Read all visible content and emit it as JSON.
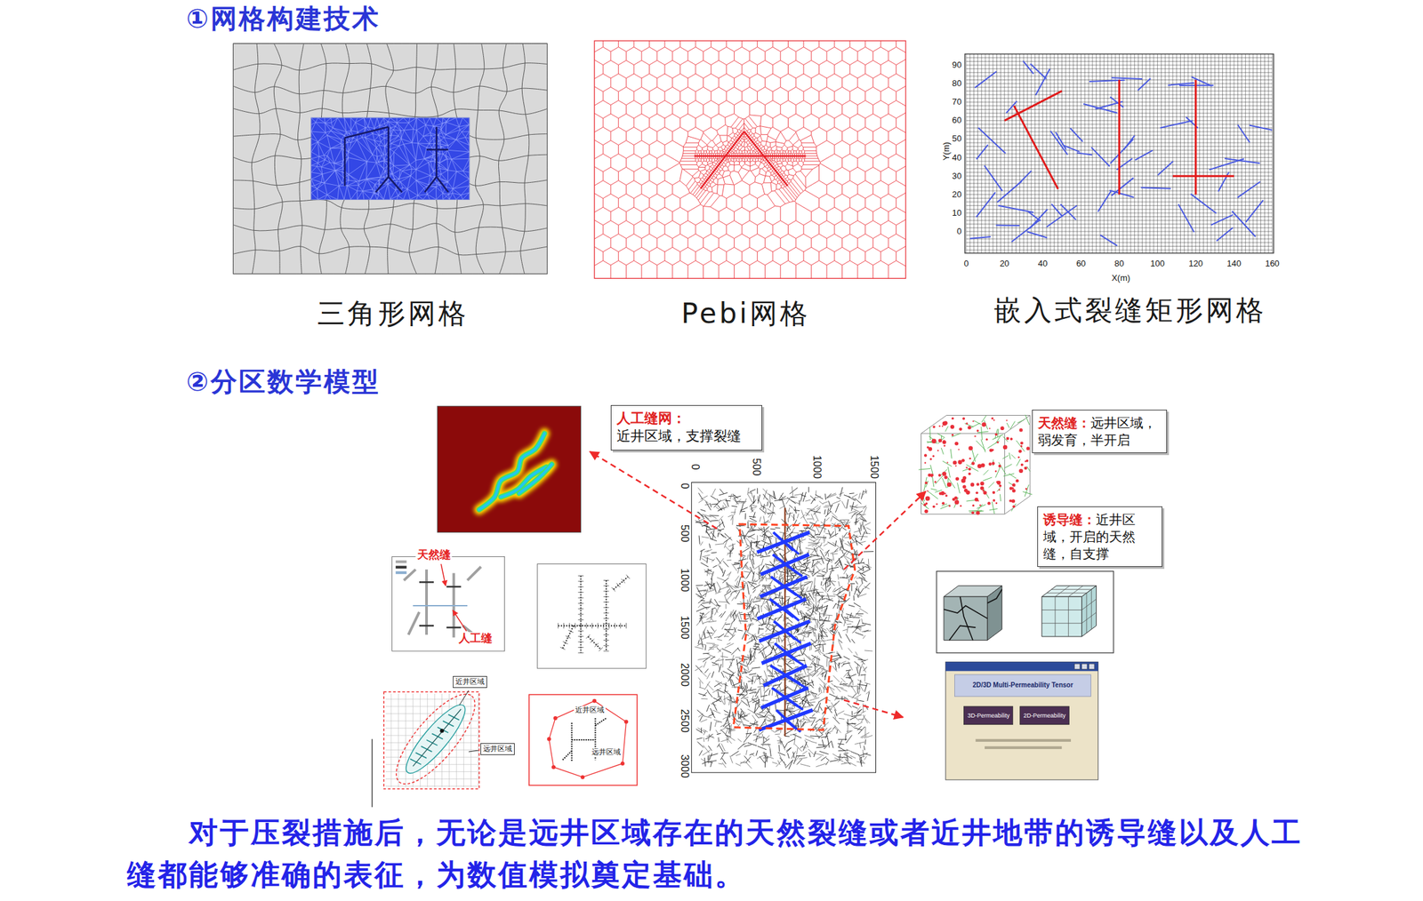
{
  "diagram": {
    "caption": "对于压裂措施后，无论是远井区域存在的天然裂缝或者近井地带的诱导缝以及人工缝都能够准确的表征，为数值模拟奠定基础。",
    "nodes": [
      {
        "text": [
          "人工缝网：",
          "近井区域，支撑裂缝"
        ]
      },
      {
        "text": [
          "天然缝：",
          "远井区域，弱发育，半开启"
        ]
      },
      {
        "text": [
          "诱导缝：",
          "近井区域，开启的天然缝，自支撑"
        ]
      },
      {
        "text": [
          "近井区域"
        ]
      },
      {
        "text": [
          "远井区域"
        ]
      }
    ],
    "labels": [
      "①网格构建技术",
      "三角形网格",
      "Pebi网格",
      "嵌入式裂缝矩形网格",
      "0",
      "10",
      "20",
      "30",
      "40",
      "50",
      "60",
      "70",
      "80",
      "90",
      "0",
      "20",
      "40",
      "60",
      "80",
      "100",
      "120",
      "140",
      "160",
      "Y(m)",
      "X(m)",
      "②分区数学模型",
      "天然缝",
      "人工缝",
      "近井区域",
      "远井区域",
      "0",
      "500",
      "1000",
      "1500",
      "0",
      "500",
      "1000",
      "1500",
      "2000",
      "2500",
      "3000",
      "2D/3D Multi-Permeability Tensor",
      "3D-Permeability",
      "2D-Permeability"
    ]
  }
}
